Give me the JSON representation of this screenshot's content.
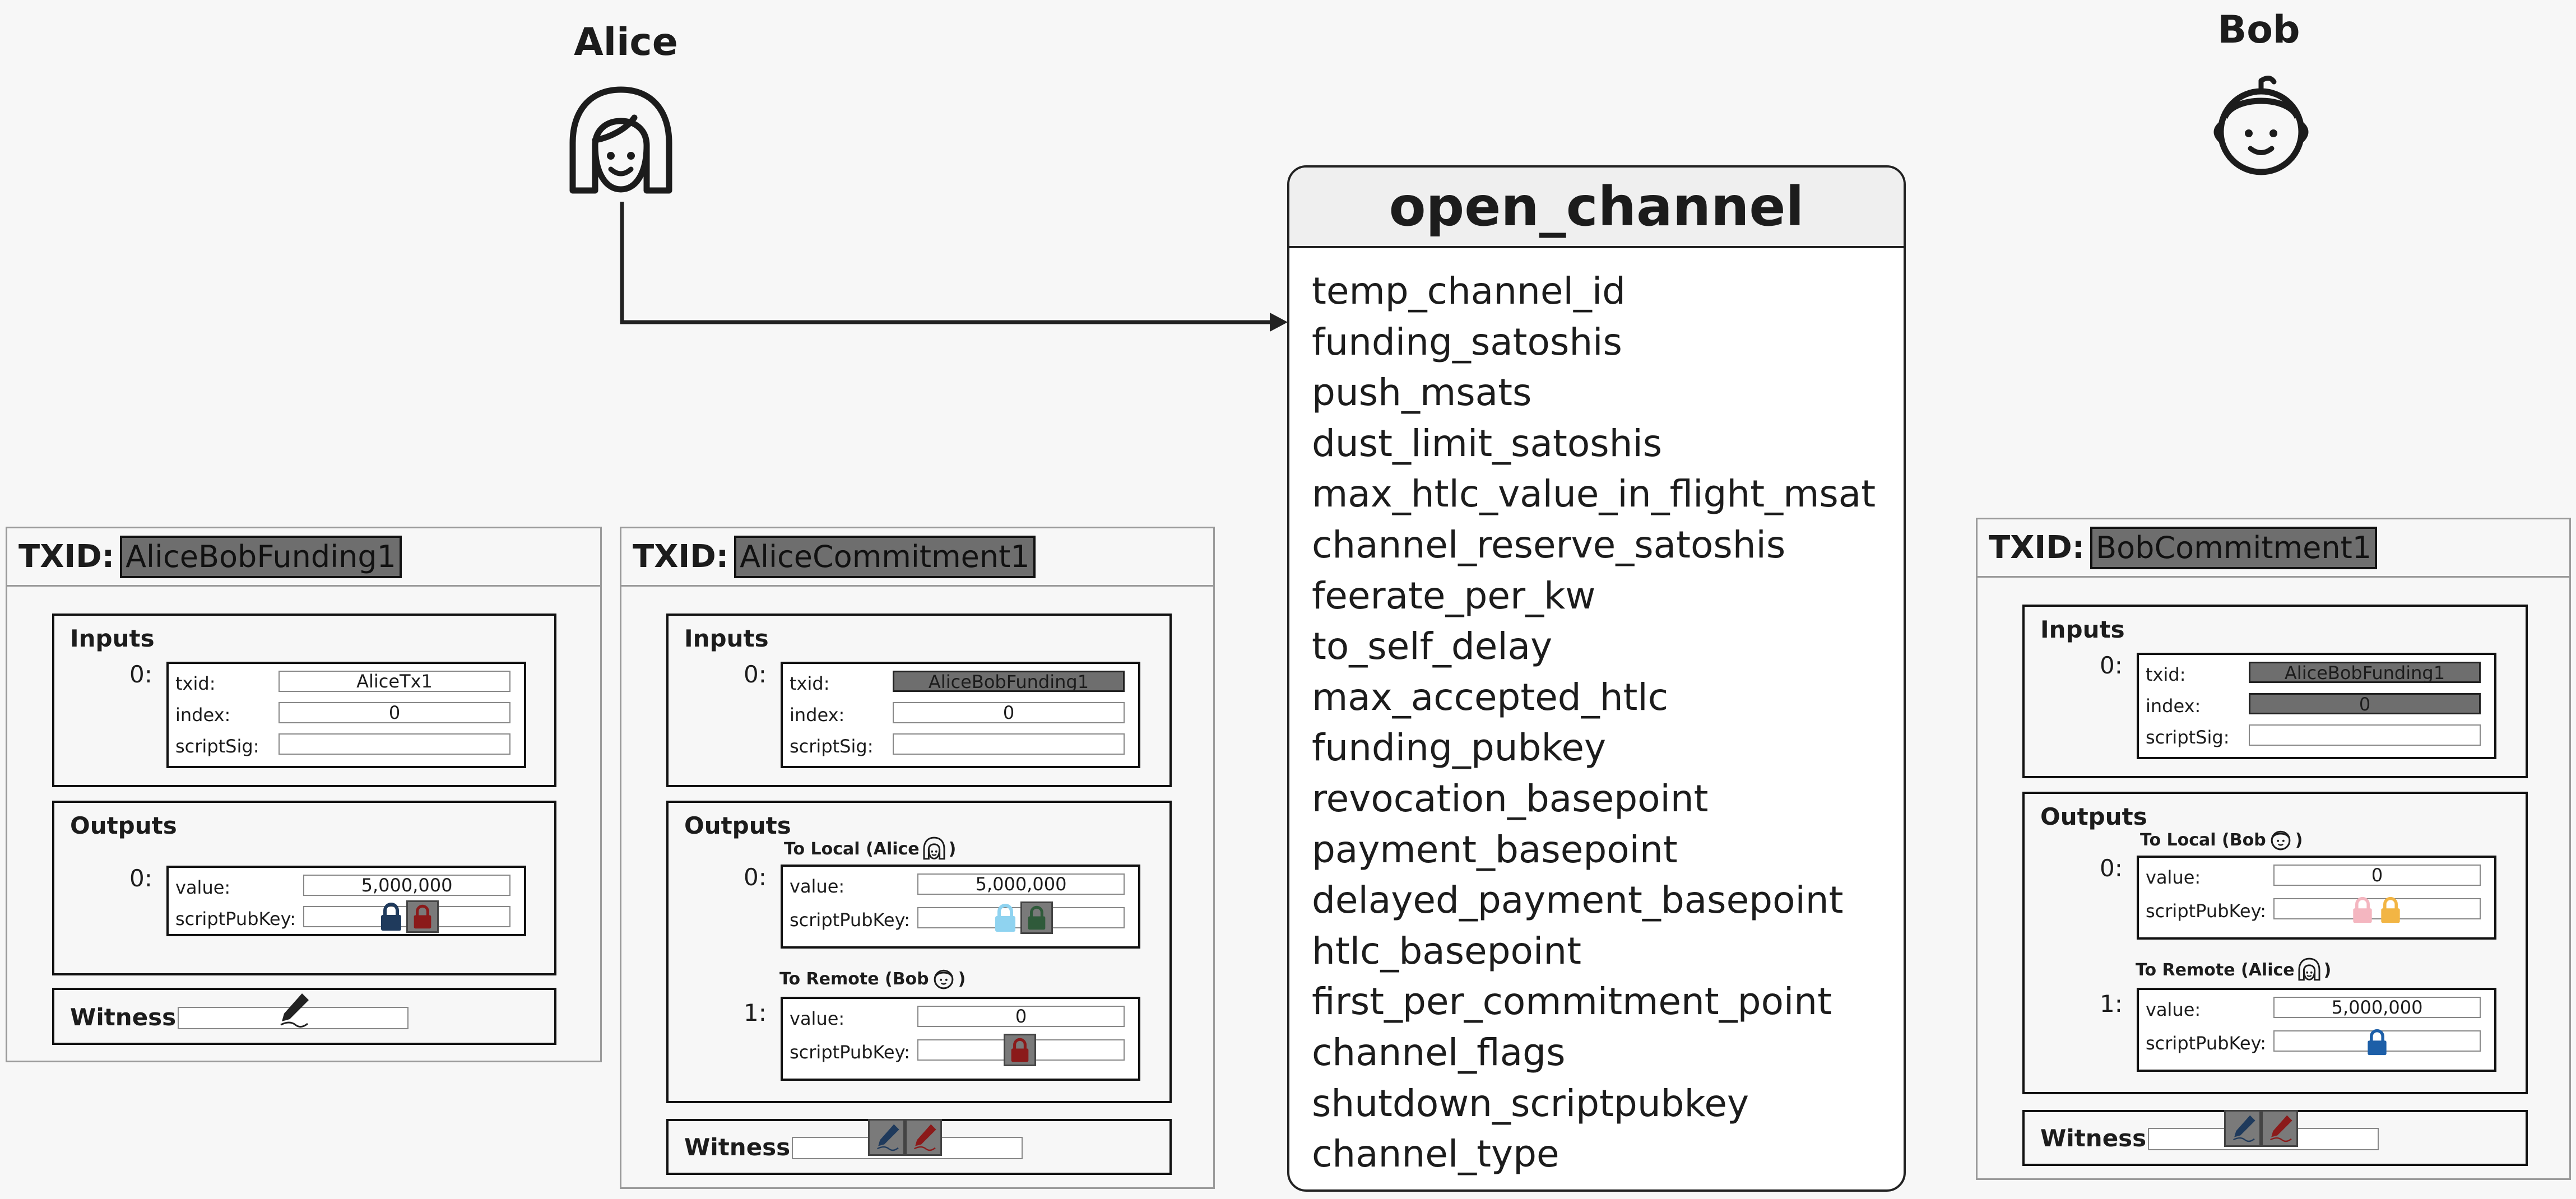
{
  "actors": {
    "alice": {
      "name": "Alice"
    },
    "bob": {
      "name": "Bob"
    }
  },
  "message": {
    "title": "open_channel",
    "fields": [
      "temp_channel_id",
      "funding_satoshis",
      "push_msats",
      "dust_limit_satoshis",
      "max_htlc_value_in_flight_msat",
      "channel_reserve_satoshis",
      "feerate_per_kw",
      "to_self_delay",
      "max_accepted_htlc",
      "funding_pubkey",
      "revocation_basepoint",
      "payment_basepoint",
      "delayed_payment_basepoint",
      "htlc_basepoint",
      "first_per_commitment_point",
      "channel_flags",
      "shutdown_scriptpubkey",
      "channel_type"
    ]
  },
  "labels": {
    "txid": "TXID:",
    "inputs": "Inputs",
    "outputs": "Outputs",
    "witness": "Witness",
    "txid_field": "txid:",
    "index_field": "index:",
    "scriptsig_field": "scriptSig:",
    "value_field": "value:",
    "scriptpubkey_field": "scriptPubKey:",
    "idx0": "0:",
    "idx1": "1:"
  },
  "transactions": {
    "funding": {
      "txid": "AliceBobFunding1",
      "input0": {
        "txid": "AliceTx1",
        "index": "0",
        "scriptSig": ""
      },
      "output0": {
        "value": "5,000,000"
      }
    },
    "alice_commitment": {
      "txid": "AliceCommitment1",
      "input0": {
        "txid": "AliceBobFunding1",
        "index": "0",
        "scriptSig": ""
      },
      "output0": {
        "title": "To Local (Alice",
        "title_end": ")",
        "value": "5,000,000"
      },
      "output1": {
        "title": "To Remote (Bob",
        "title_end": ")",
        "value": "0"
      }
    },
    "bob_commitment": {
      "txid": "BobCommitment1",
      "input0": {
        "txid": "AliceBobFunding1",
        "index": "0",
        "scriptSig": ""
      },
      "output0": {
        "title": "To Local (Bob",
        "title_end": ")",
        "value": "0"
      },
      "output1": {
        "title": "To Remote (Alice",
        "title_end": ")",
        "value": "5,000,000"
      }
    }
  },
  "colors": {
    "alice_key": "#1f3a5c",
    "bob_key": "#8b1a1a",
    "alice_revocation": "#8fd3f0",
    "alice_delay": "#2f5a3a",
    "bob_revocation": "#f4b6c0",
    "bob_delay": "#f2b544",
    "bob_remote_key": "#1d5fa8",
    "highlight": "#6e6e6e"
  },
  "icons": [
    "alice-avatar-icon",
    "bob-avatar-icon",
    "lock-icon",
    "pen-signature-icon",
    "arrow-head-icon"
  ]
}
